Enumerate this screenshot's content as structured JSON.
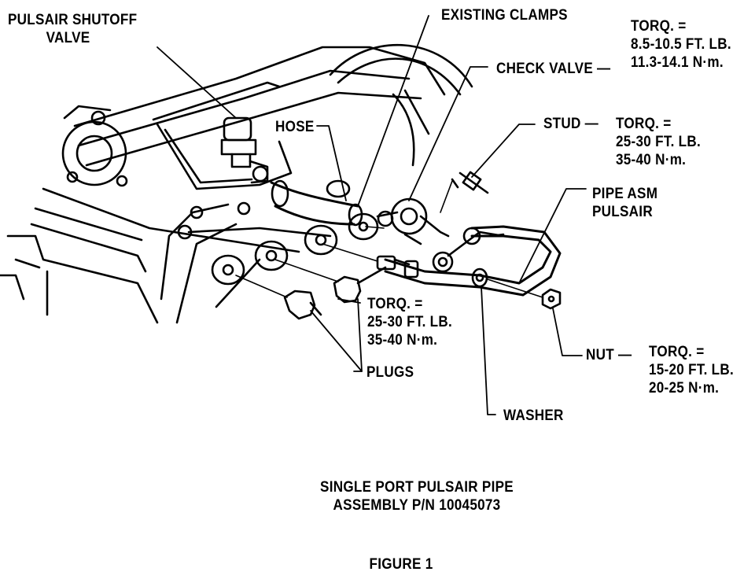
{
  "labels": {
    "shutoff_valve": [
      "PULSAIR SHUTOFF",
      "VALVE"
    ],
    "existing_clamps": "EXISTING CLAMPS",
    "top_torque": [
      "TORQ. =",
      "8.5-10.5 FT. LB.",
      "11.3-14.1 N·m."
    ],
    "check_valve": "CHECK VALVE —",
    "hose": "HOSE",
    "stud": "STUD —",
    "stud_torque": [
      "TORQ. =",
      "25-30 FT. LB.",
      "35-40 N·m."
    ],
    "pipe_asm": [
      "PIPE ASM",
      "PULSAIR"
    ],
    "plug_torque": [
      "TORQ. =",
      "25-30 FT. LB.",
      "35-40 N·m."
    ],
    "plugs": "PLUGS",
    "nut": "NUT —",
    "nut_torque": [
      "TORQ. =",
      "15-20 FT. LB.",
      "20-25 N·m."
    ],
    "washer": "WASHER"
  },
  "caption": [
    "SINGLE PORT PULSAIR PIPE",
    "ASSEMBLY P/N 10045073"
  ],
  "figure": "FIGURE 1",
  "colors": {
    "ink": "#000000",
    "paper": "#ffffff"
  }
}
